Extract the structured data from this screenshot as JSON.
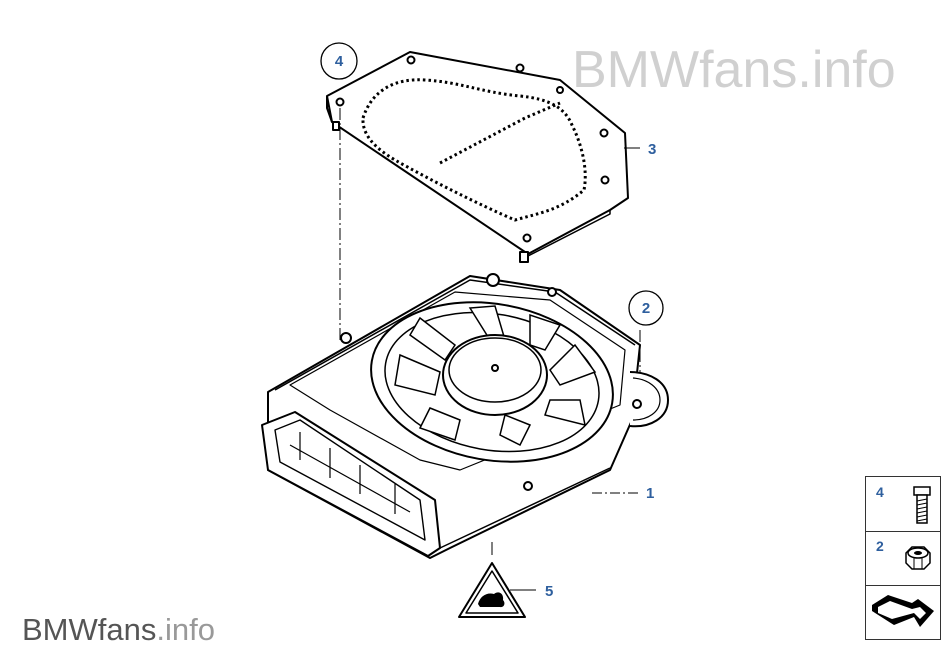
{
  "watermark": {
    "brand": "BMWfans",
    "tld": ".info"
  },
  "callouts": {
    "c1": "1",
    "c2": "2",
    "c3": "3",
    "c4": "4",
    "c5": "5"
  },
  "legend": {
    "items": [
      {
        "number": "4",
        "icon": "bolt-icon"
      },
      {
        "number": "2",
        "icon": "nut-icon"
      }
    ],
    "nav_icon": "arrow-icon"
  },
  "colors": {
    "callout": "#2e5f9e",
    "line": "#000000",
    "watermark": "#d0d0d0"
  }
}
